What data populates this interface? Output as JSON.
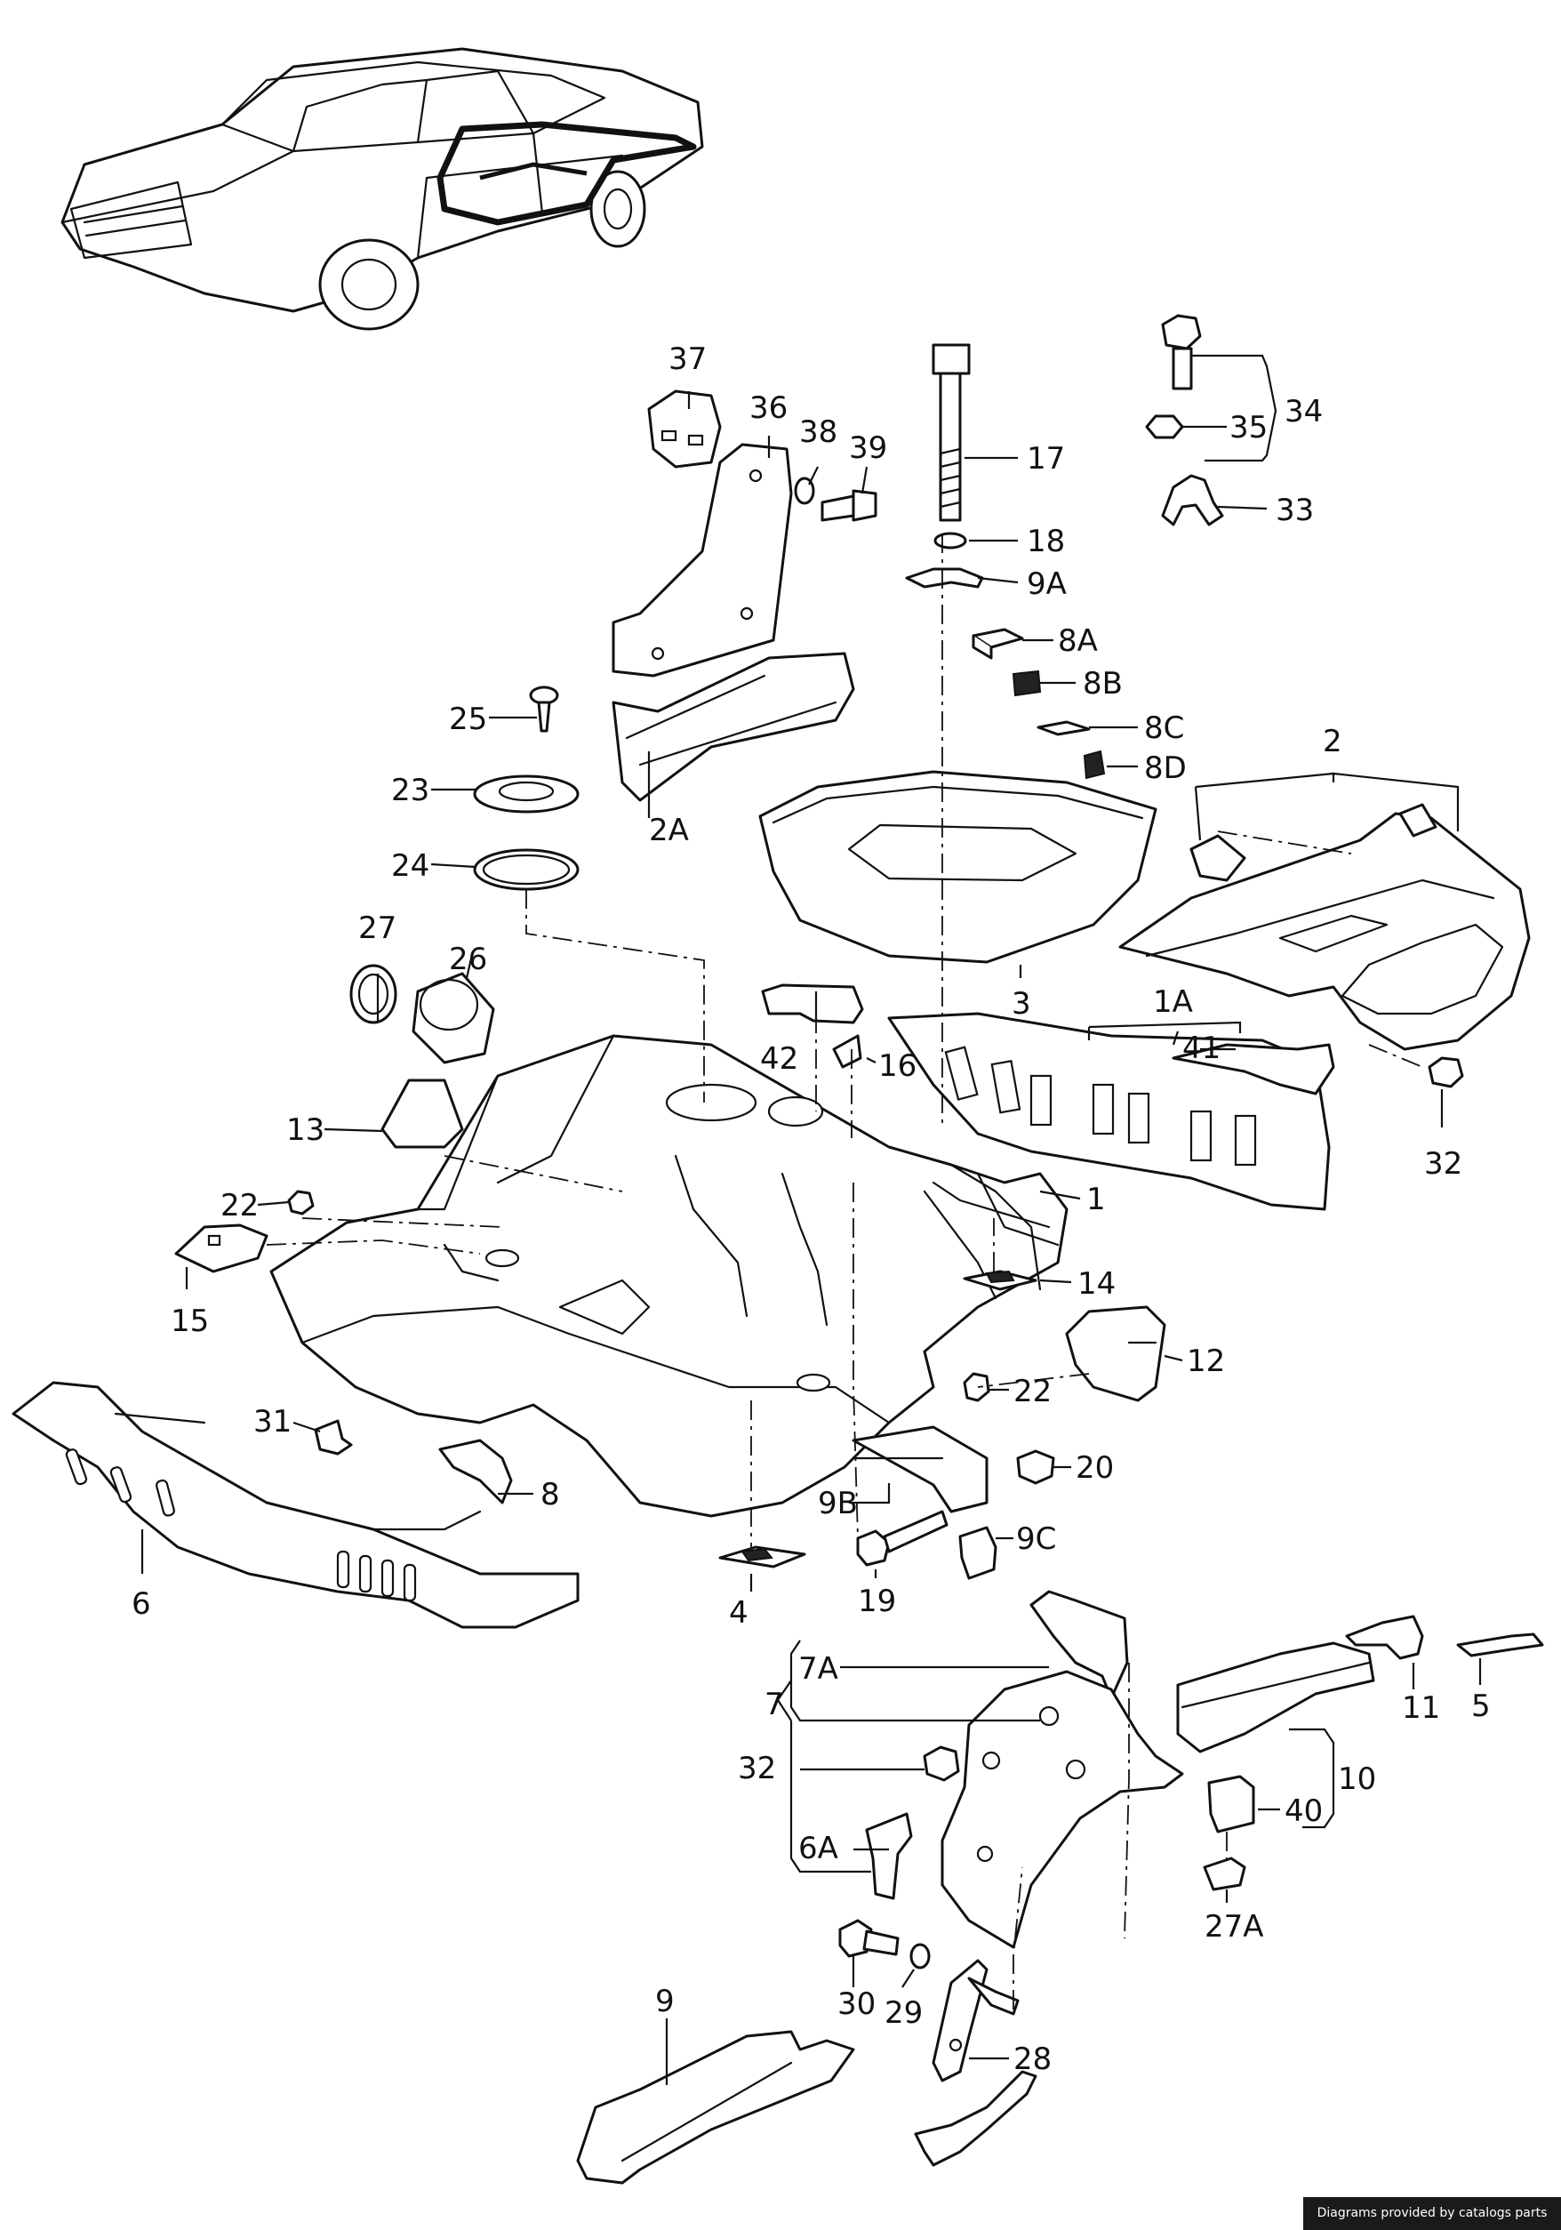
{
  "labels": {
    "p1": "1",
    "p1A": "1A",
    "p2": "2",
    "p2A": "2A",
    "p3": "3",
    "p4": "4",
    "p5": "5",
    "p6": "6",
    "p6A": "6A",
    "p7": "7",
    "p7A": "7A",
    "p8": "8",
    "p8A": "8A",
    "p8B": "8B",
    "p8C": "8C",
    "p8D": "8D",
    "p9": "9",
    "p9A": "9A",
    "p9B": "9B",
    "p9C": "9C",
    "p10": "10",
    "p11": "11",
    "p12": "12",
    "p13": "13",
    "p14": "14",
    "p15": "15",
    "p16": "16",
    "p17": "17",
    "p18": "18",
    "p19": "19",
    "p20": "20",
    "p22a": "22",
    "p22b": "22",
    "p23": "23",
    "p24": "24",
    "p25": "25",
    "p26": "26",
    "p27": "27",
    "p27A": "27A",
    "p28": "28",
    "p29": "29",
    "p30": "30",
    "p31": "31",
    "p32a": "32",
    "p32b": "32",
    "p33": "33",
    "p34": "34",
    "p35": "35",
    "p36": "36",
    "p37": "37",
    "p38": "38",
    "p39": "39",
    "p40": "40",
    "p41": "41",
    "p42": "42"
  },
  "footer": "Diagrams provided by catalogs parts"
}
